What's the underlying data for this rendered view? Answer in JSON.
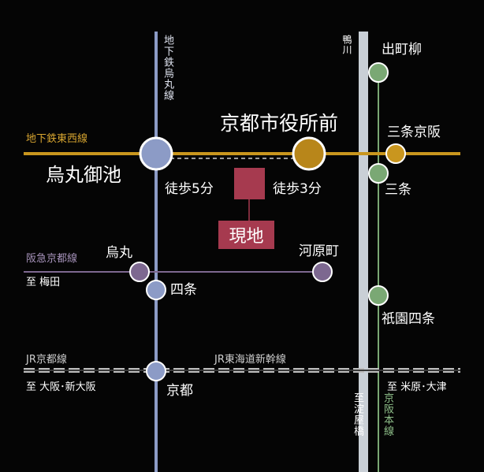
{
  "lines": {
    "karasuma_line": "地下鉄烏丸線",
    "tozai_line": "地下鉄東西線",
    "hankyu_line": "阪急京都線",
    "hankyu_dir": "至 梅田",
    "jr_kyoto_line": "JR京都線",
    "jr_kyoto_dir": "至 大阪･新大阪",
    "tokaido_shinkansen": "JR東海道新幹線",
    "jr_east_dir": "至 米原･大津",
    "kamo_river": "鴨川",
    "keihan_line": "京阪本線",
    "yodoyabashi_dir": "至淀屋橋"
  },
  "stations": {
    "karasuma_oike": "烏丸御池",
    "shiyakusho_mae": "京都市役所前",
    "demachiyanagi": "出町柳",
    "sanjo_keihan": "三条京阪",
    "sanjo": "三条",
    "karasuma": "烏丸",
    "shijo": "四条",
    "kawaramachi": "河原町",
    "gion_shijo": "祇園四条",
    "kyoto": "京都"
  },
  "site": {
    "label": "現地",
    "walk_west": "徒歩5分",
    "walk_east": "徒歩3分"
  },
  "colors": {
    "tozai": "#c9961e",
    "karasuma": "#8c9bc6",
    "hankyu": "#7d6890",
    "jr": "#cfcfcf",
    "river": "#c9cfd6",
    "keihan": "#7aa874",
    "site": "#a63a4f",
    "background": "#050505"
  }
}
